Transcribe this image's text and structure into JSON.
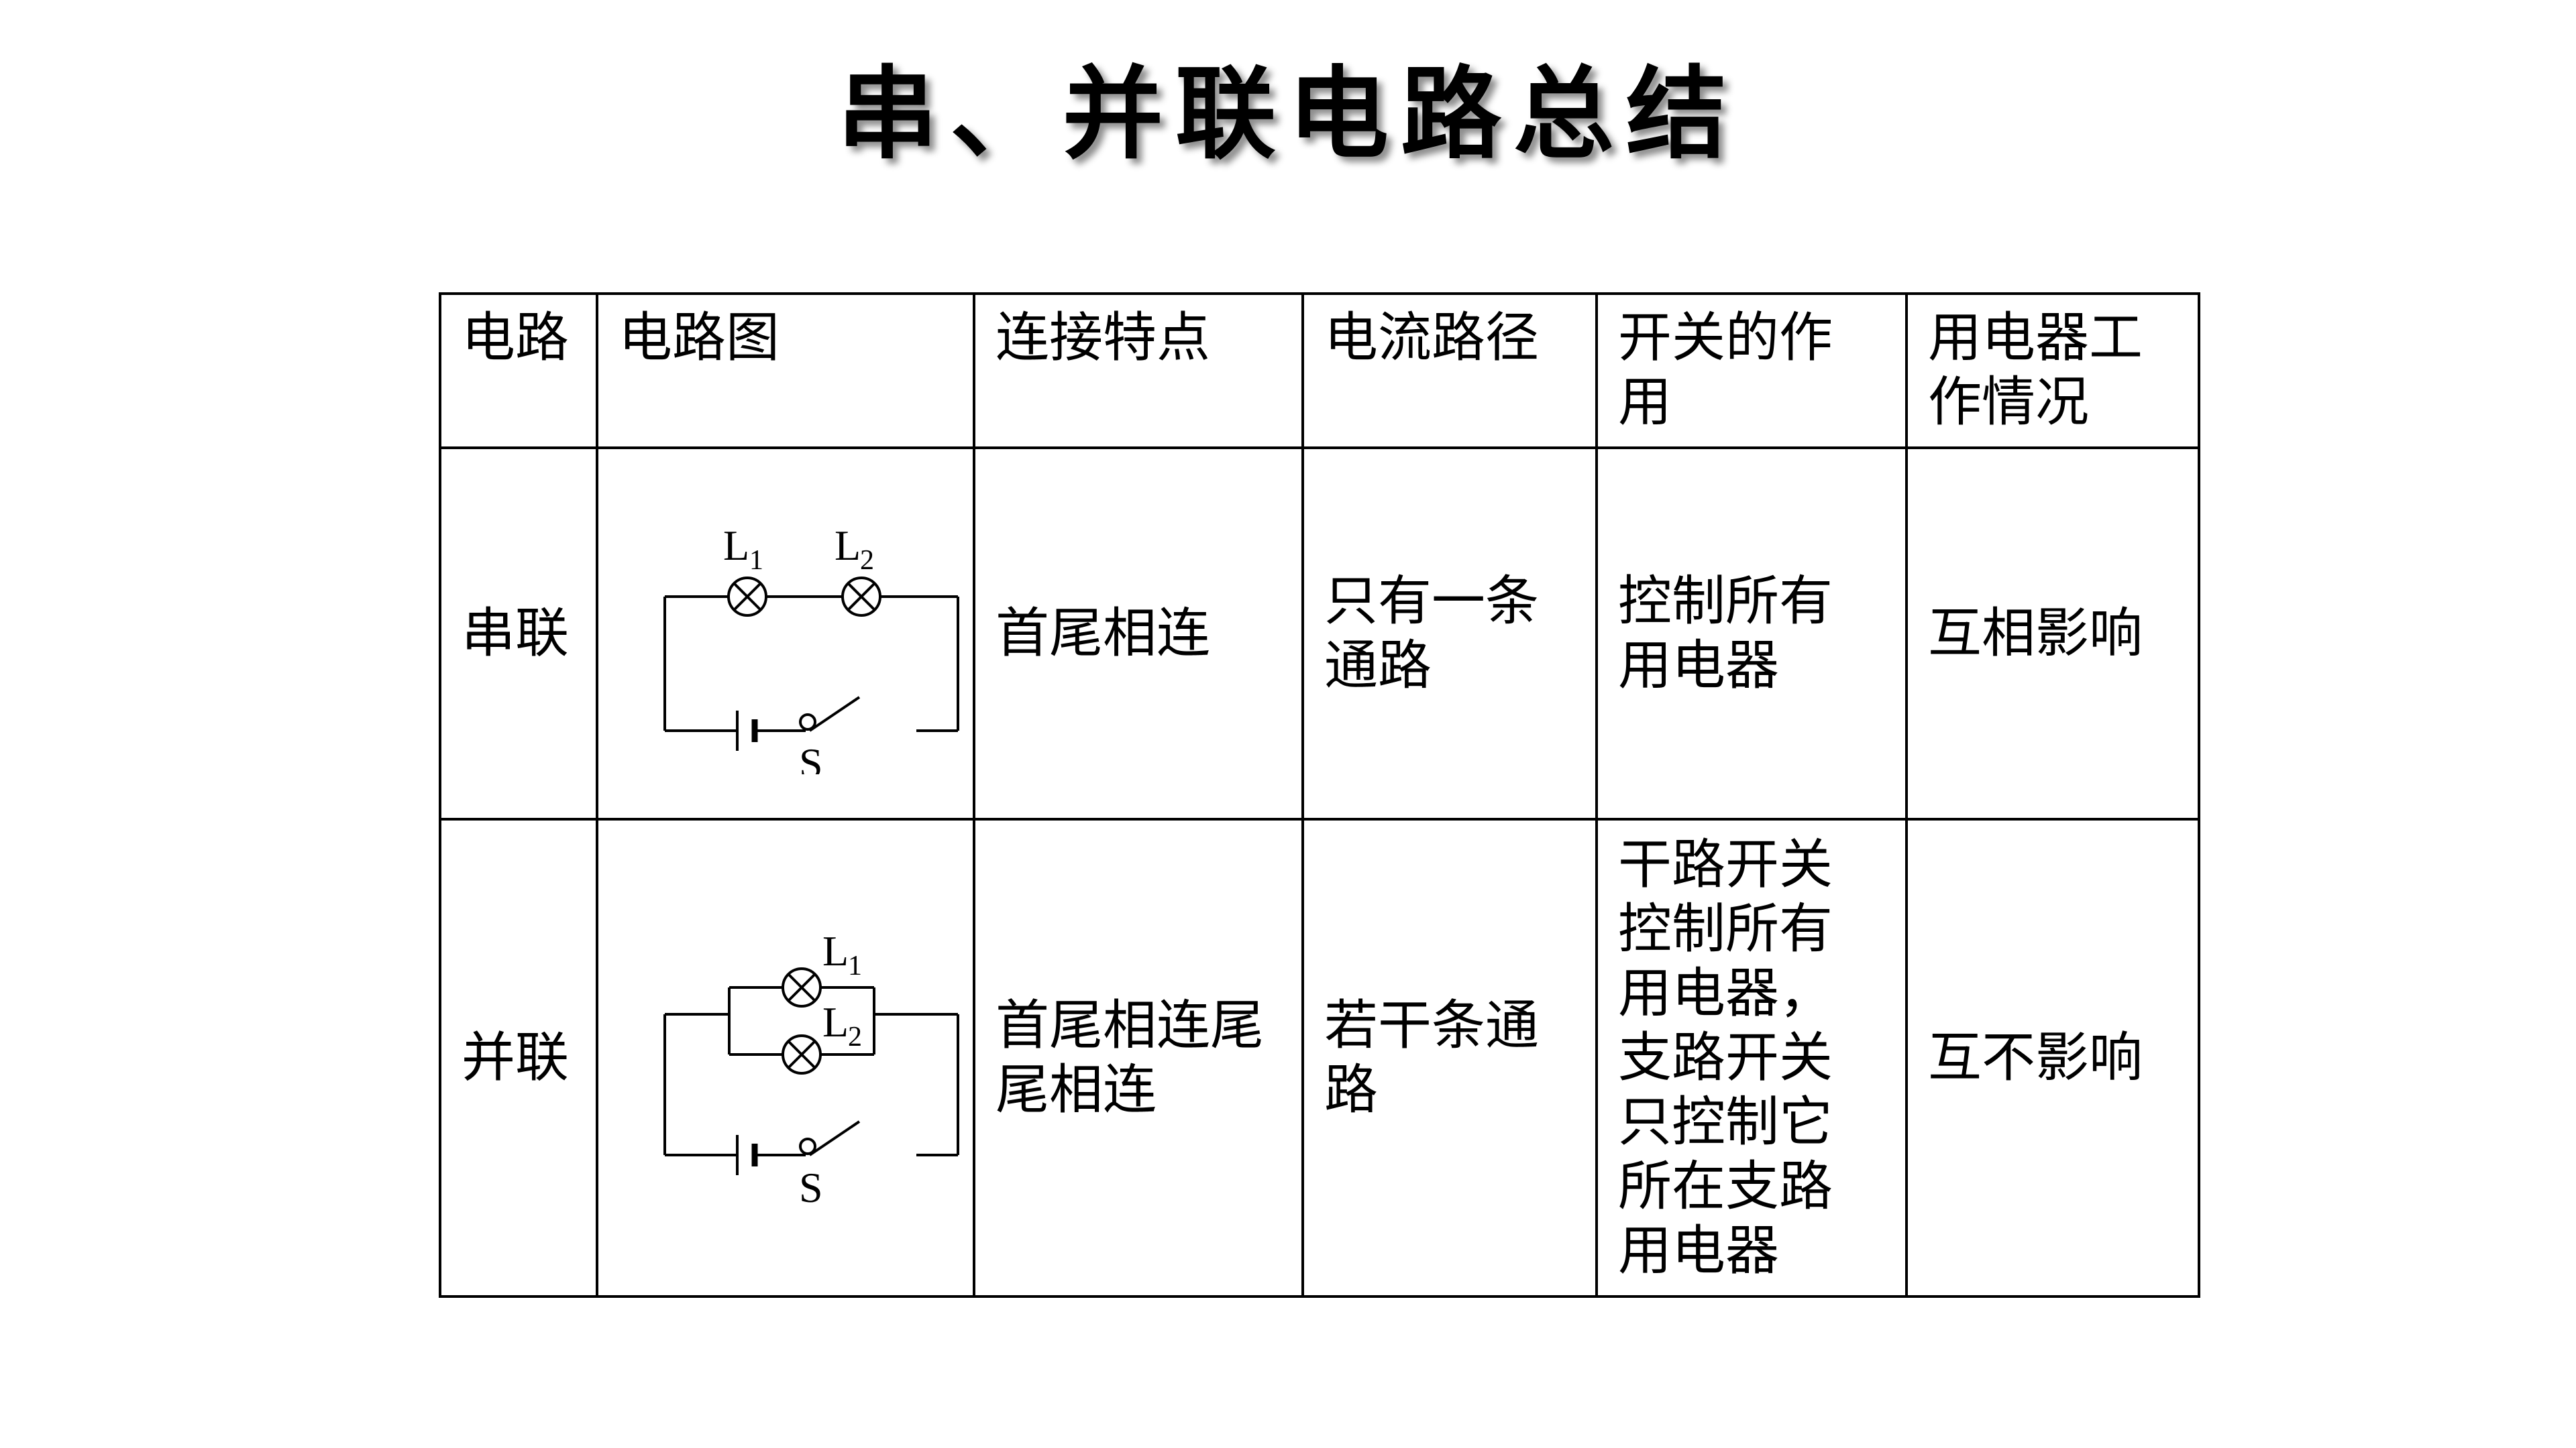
{
  "title": "串、并联电路总结",
  "headers": [
    "电路",
    "电路图",
    "连接特点",
    "电流路径",
    "开关的作用",
    "用电器工作情况"
  ],
  "rows": [
    {
      "name": "串联",
      "diagram": {
        "lamp1": "L",
        "lamp1_sub": "1",
        "lamp2": "L",
        "lamp2_sub": "2",
        "switch": "S"
      },
      "connection": "首尾相连",
      "current_path": "只有一条通路",
      "switch_role": "控制所有用电器",
      "appliance": "互相影响"
    },
    {
      "name": "并联",
      "diagram": {
        "lamp1": "L",
        "lamp1_sub": "1",
        "lamp2": "L",
        "lamp2_sub": "2",
        "switch": "S"
      },
      "connection": "首尾相连尾尾相连",
      "current_path": "若干条通路",
      "switch_role": "干路开关控制所有用电器，支路开关只控制它所在支路用电器",
      "appliance": "互不影响"
    }
  ]
}
